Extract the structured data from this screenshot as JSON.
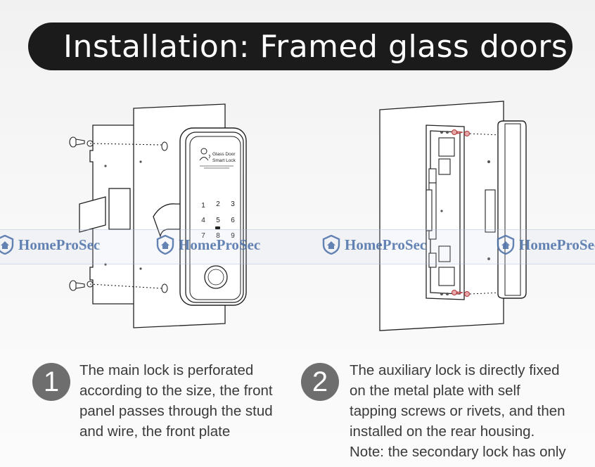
{
  "title": "Installation: Framed glass doors",
  "lock_panel": {
    "brand_line1": "Glass Door",
    "brand_line2": "Smart Lock",
    "keys": [
      "1",
      "2",
      "3",
      "4",
      "5",
      "6",
      "7",
      "8",
      "9"
    ]
  },
  "watermark": "HomeProSec",
  "steps": [
    {
      "number": "1",
      "lines": [
        "The main lock is perforated",
        "according to the size, the front",
        "panel passes through the stud",
        "and wire, the front plate"
      ]
    },
    {
      "number": "2",
      "lines": [
        "The auxiliary lock is directly fixed",
        "on the metal plate with self",
        "tapping screws or rivets, and then",
        "installed on the rear housing.",
        "Note: the secondary lock has only"
      ]
    }
  ]
}
